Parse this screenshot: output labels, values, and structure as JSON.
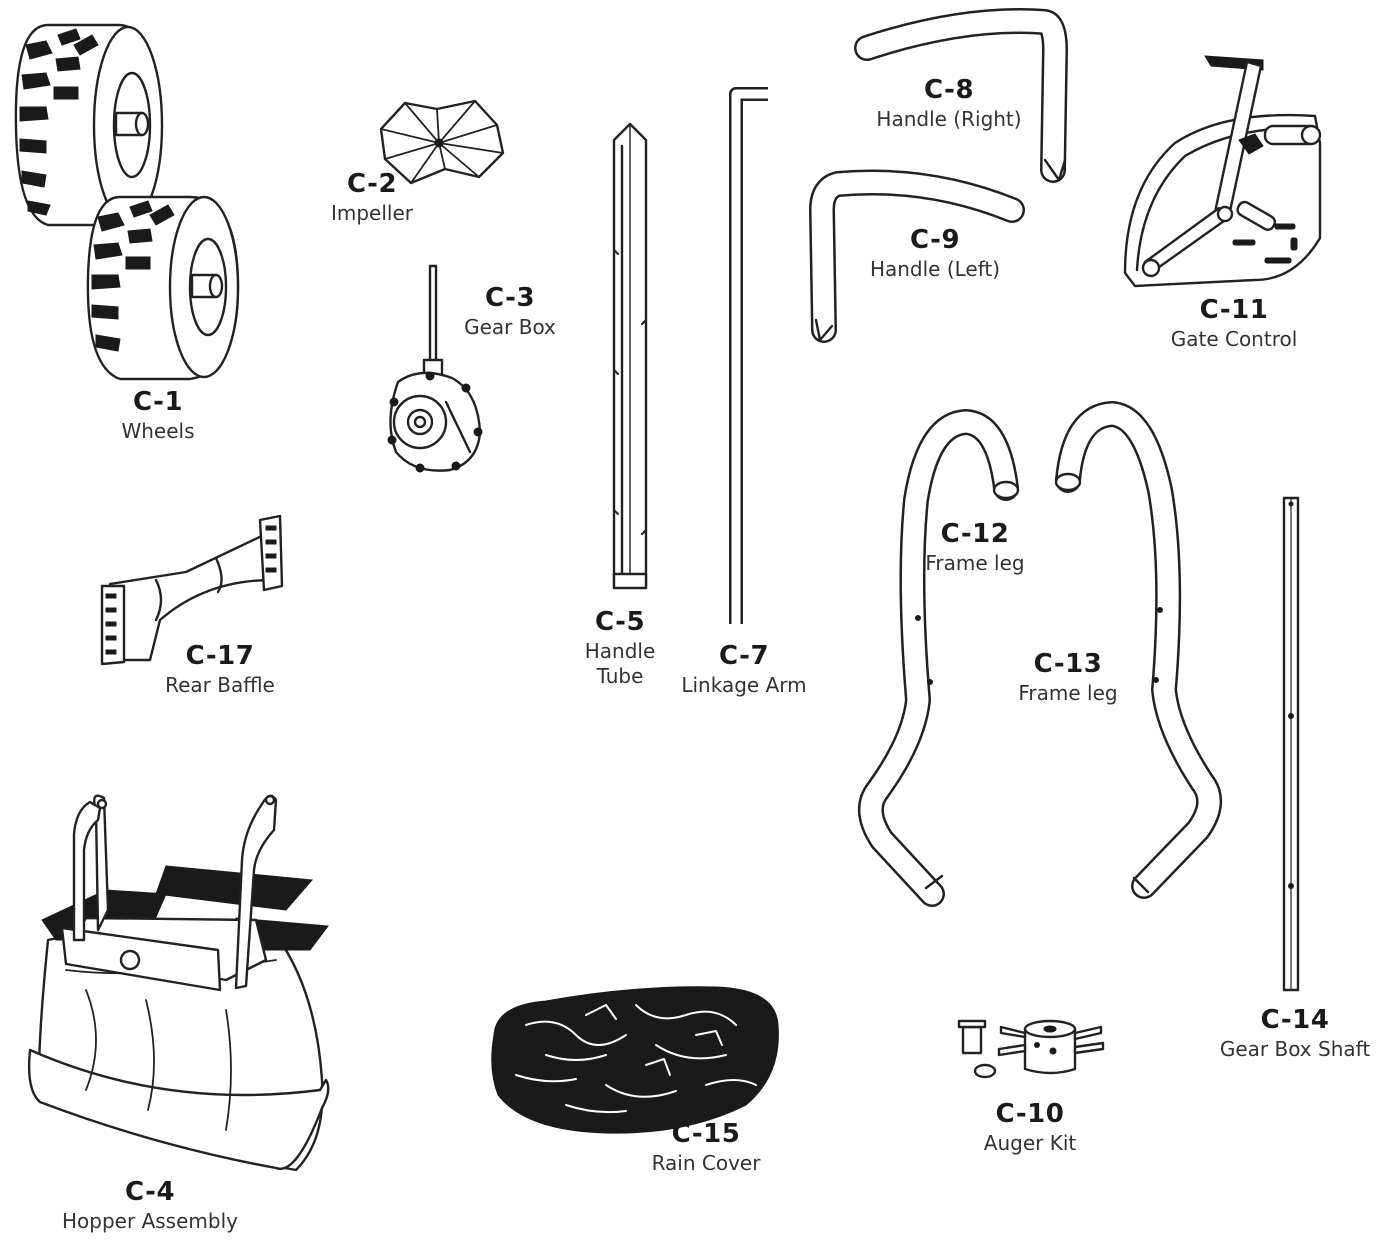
{
  "parts": [
    {
      "id": "c1",
      "code": "C-1",
      "name": "Wheels",
      "icon": "wheels-icon"
    },
    {
      "id": "c2",
      "code": "C-2",
      "name": "Impeller",
      "icon": "impeller-icon"
    },
    {
      "id": "c3",
      "code": "C-3",
      "name": "Gear Box",
      "icon": "gear-box-icon"
    },
    {
      "id": "c5",
      "code": "C-5",
      "name": "Handle",
      "name2": "Tube",
      "icon": "handle-tube-icon"
    },
    {
      "id": "c7",
      "code": "C-7",
      "name": "Linkage Arm",
      "icon": "linkage-arm-icon"
    },
    {
      "id": "c8",
      "code": "C-8",
      "name": "Handle (Right)",
      "icon": "handle-right-icon"
    },
    {
      "id": "c9",
      "code": "C-9",
      "name": "Handle (Left)",
      "icon": "handle-left-icon"
    },
    {
      "id": "c11",
      "code": "C-11",
      "name": "Gate Control",
      "icon": "gate-control-icon"
    },
    {
      "id": "c12",
      "code": "C-12",
      "name": "Frame leg",
      "icon": "frame-leg-left-icon"
    },
    {
      "id": "c13",
      "code": "C-13",
      "name": "Frame leg",
      "icon": "frame-leg-right-icon"
    },
    {
      "id": "c14",
      "code": "C-14",
      "name": "Gear Box Shaft",
      "icon": "gear-box-shaft-icon"
    },
    {
      "id": "c17",
      "code": "C-17",
      "name": "Rear Baffle",
      "icon": "rear-baffle-icon"
    },
    {
      "id": "c4",
      "code": "C-4",
      "name": "Hopper Assembly",
      "icon": "hopper-assembly-icon"
    },
    {
      "id": "c15",
      "code": "C-15",
      "name": "Rain Cover",
      "icon": "rain-cover-icon"
    },
    {
      "id": "c10",
      "code": "C-10",
      "name": "Auger Kit",
      "icon": "auger-kit-icon"
    }
  ]
}
